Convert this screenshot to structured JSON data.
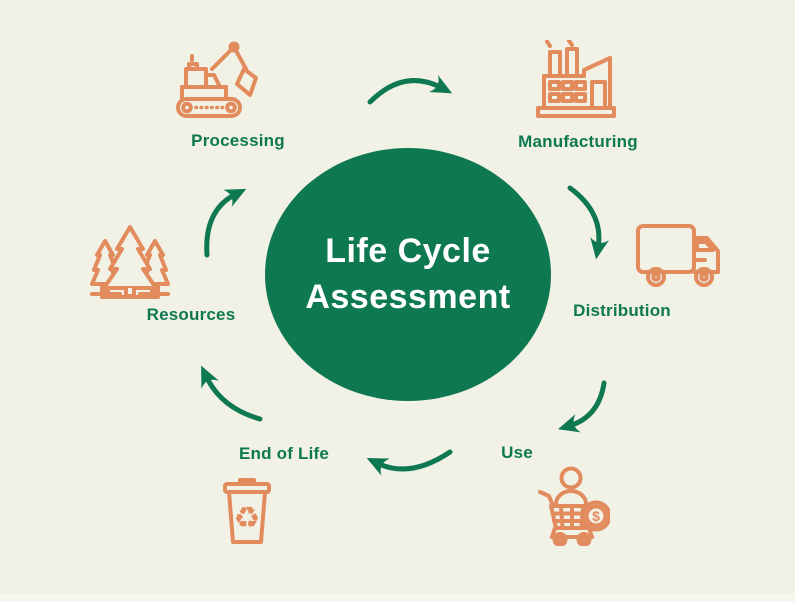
{
  "diagram": {
    "title_line1": "Life Cycle",
    "title_line2": "Assessment",
    "stages": [
      {
        "label": "Processing",
        "icon": "excavator-icon"
      },
      {
        "label": "Manufacturing",
        "icon": "factory-icon"
      },
      {
        "label": "Distribution",
        "icon": "truck-icon"
      },
      {
        "label": "Use",
        "icon": "shopping-cart-icon"
      },
      {
        "label": "End of Life",
        "icon": "recycle-bin-icon"
      },
      {
        "label": "Resources",
        "icon": "trees-icon"
      }
    ],
    "coin_symbol": "$",
    "recycle_symbol": "♻",
    "colors": {
      "background": "#f2f1e6",
      "green": "#0e7950",
      "orange": "#e28b5c",
      "title_text": "#ffffff"
    }
  }
}
